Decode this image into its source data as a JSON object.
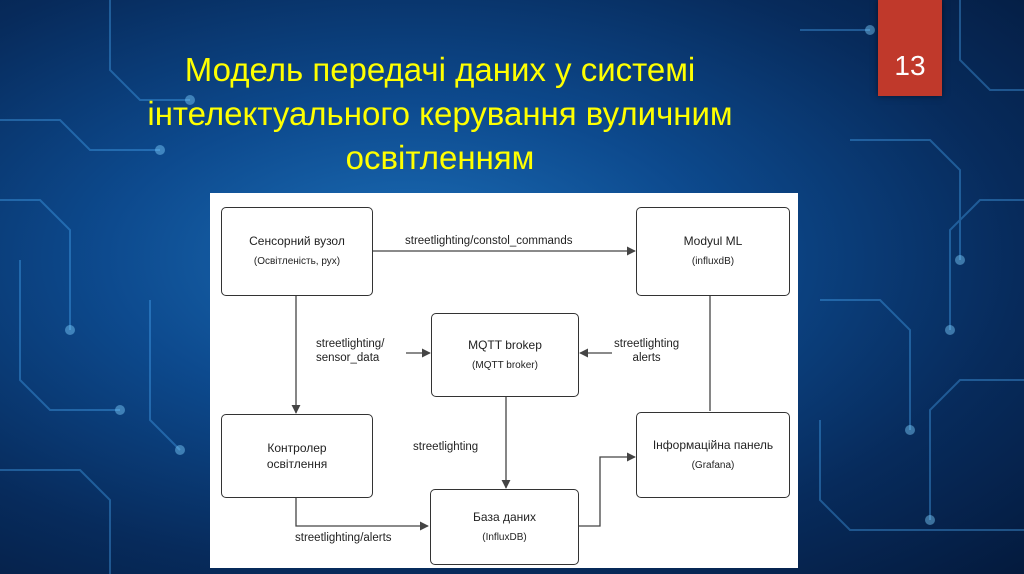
{
  "slide": {
    "title_lines": [
      "Модель передачі даних у системі",
      "інтелектуального керування вуличним",
      "освітленням"
    ],
    "page_number": "13"
  },
  "colors": {
    "title": "#ffff00",
    "badge": "#c0392b",
    "background": "#0d4a8e"
  },
  "diagram": {
    "nodes": {
      "sensor": {
        "title": "Сенсорний вузол",
        "subtitle": "(Освітленість, рух)"
      },
      "ml": {
        "title": "Modyul ML",
        "subtitle": "(influxdB)"
      },
      "mqtt": {
        "title": "MQTT brokep",
        "subtitle": "(MQTT broker)"
      },
      "controller": {
        "title": "Контролер\nосвітлення",
        "subtitle": ""
      },
      "dashboard": {
        "title": "Інформаційна панель",
        "subtitle": "(Grafana)"
      },
      "db": {
        "title": "База даних",
        "subtitle": "(InfluxDB)"
      }
    },
    "edge_labels": {
      "control_commands": "streetlighting/constol_commands",
      "sensor_data": "streetlighting/\nsensor_data",
      "alerts_right": "streetlighting\nalerts",
      "controller_db": "streetlighting",
      "alerts_bottom": "streetlighting/alerts"
    }
  }
}
